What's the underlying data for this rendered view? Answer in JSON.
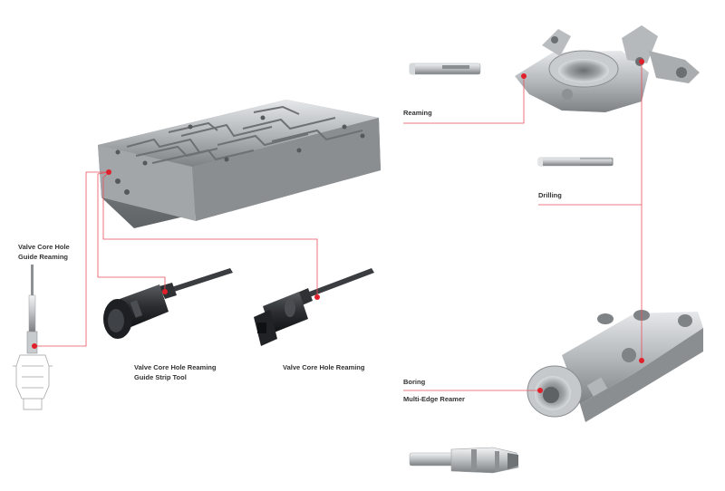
{
  "labels": {
    "valve_guide_reaming": [
      "Valve Core Hole",
      "Guide Reaming"
    ],
    "guide_strip_tool": [
      "Valve Core Hole Reaming",
      "Guide Strip Tool"
    ],
    "valve_core_reaming": "Valve Core Hole Reaming",
    "reaming": "Reaming",
    "drilling": "Drilling",
    "boring": "Boring",
    "multi_edge_reamer": "Multi-Edge Reamer"
  },
  "colors": {
    "callout_line": "#e8505b",
    "marker": "#e0202a",
    "metal_dark": "#6e7275",
    "metal_mid": "#a9adb0",
    "metal_light": "#dfe2e4",
    "tool_black": "#2b2d30"
  }
}
